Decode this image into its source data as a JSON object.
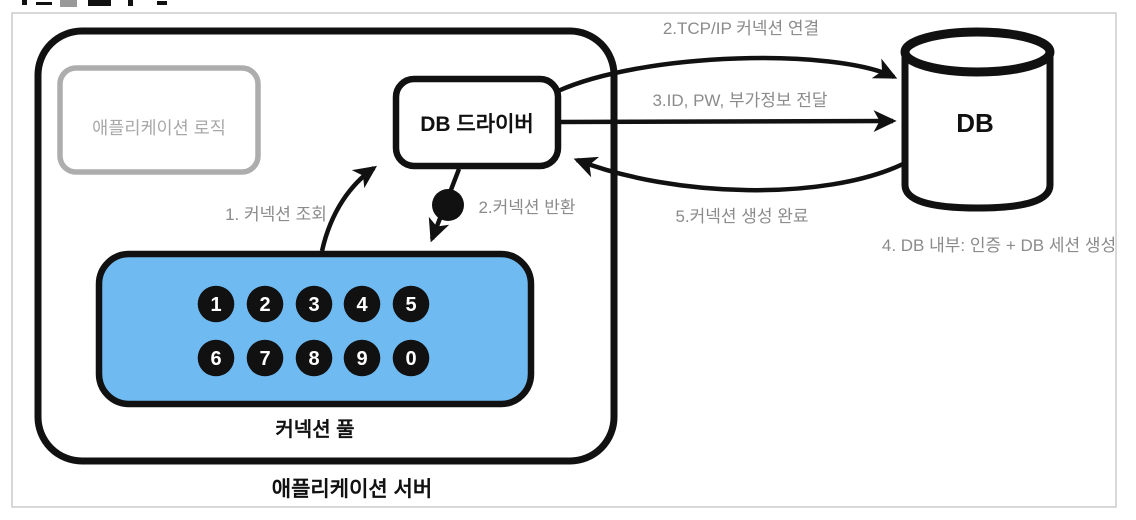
{
  "app_server": {
    "label": "애플리케이션 서버"
  },
  "app_logic": {
    "label": "애플리케이션 로직"
  },
  "db_driver": {
    "label": "DB 드라이버"
  },
  "pool": {
    "label": "커넥션 풀",
    "row1": [
      "1",
      "2",
      "3",
      "4",
      "5"
    ],
    "row2": [
      "6",
      "7",
      "8",
      "9",
      "0"
    ]
  },
  "db": {
    "label": "DB"
  },
  "flows": {
    "lookup_label": "1. 커넥션 조회",
    "return_label": "2.커넥션 반환",
    "tcp_label": "2.TCP/IP 커넥션 연결",
    "credentials_label": "3.ID, PW, 부가정보 전달",
    "db_internal_label": "4. DB 내부: 인증 + DB 세션 생성",
    "created_label": "5.커넥션 생성 완료"
  },
  "colors": {
    "pool_fill": "#70BAF2",
    "label_gray": "#8b8b8b",
    "frame_gray": "#cccccc",
    "logic_gray": "#a8a8a8"
  }
}
